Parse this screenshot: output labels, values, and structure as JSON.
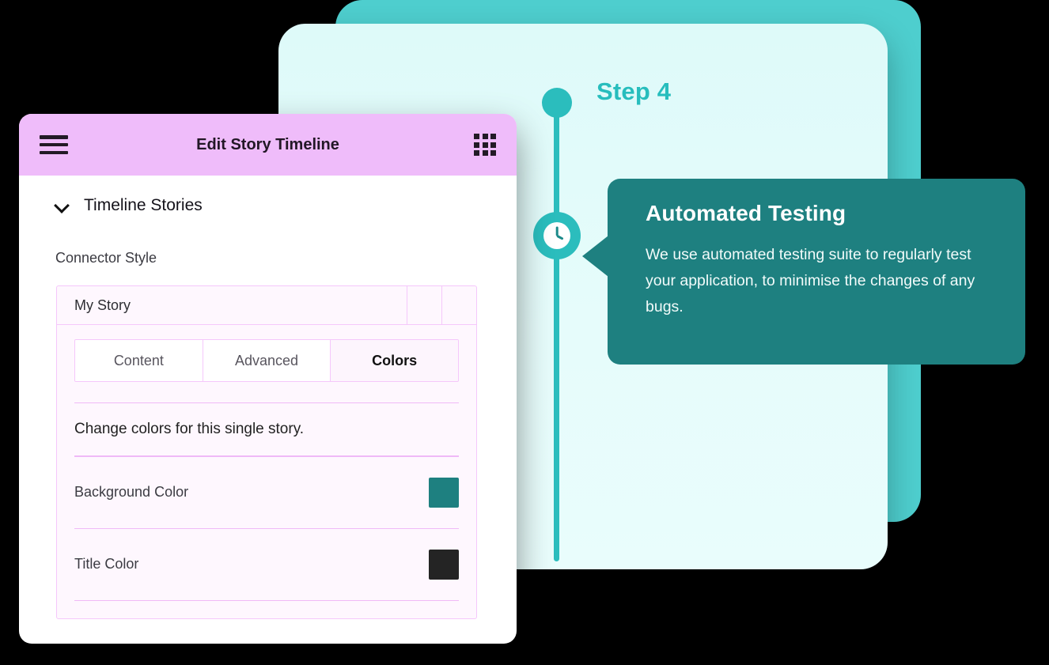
{
  "panel": {
    "header": {
      "title": "Edit Story Timeline",
      "menu_icon": "hamburger-icon",
      "grid_icon": "grid-icon"
    },
    "section": {
      "chevron_icon": "chevron-down-icon",
      "title": "Timeline Stories"
    },
    "connector_style_label": "Connector Style",
    "story": {
      "name": "My Story",
      "tabs": [
        {
          "label": "Content",
          "active": false
        },
        {
          "label": "Advanced",
          "active": false
        },
        {
          "label": "Colors",
          "active": true
        }
      ],
      "description": "Change colors for this single story.",
      "color_rows": [
        {
          "label": "Background Color",
          "value": "#1E8080"
        },
        {
          "label": "Title Color",
          "value": "#242424"
        }
      ]
    }
  },
  "preview": {
    "step_label": "Step 4",
    "clock_icon": "clock-icon",
    "bubble": {
      "title": "Automated Testing",
      "body": "We use automated testing suite to regularly test your application, to minimise the changes of any bugs."
    }
  },
  "colors": {
    "header_pink": "#EFBCFA",
    "border_pink": "#F5C7FB",
    "timeline_teal": "#2BBDBD",
    "back_card_teal": "#4ECECE",
    "mint_card": "#E2FBFA",
    "bubble_teal": "#1E8080",
    "step_text": "#27BDBD"
  }
}
